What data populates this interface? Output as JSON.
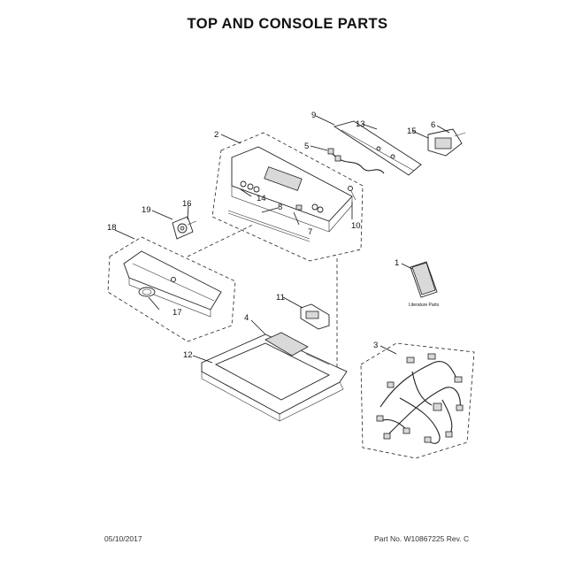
{
  "title": "TOP AND CONSOLE PARTS",
  "footer": {
    "date": "05/10/2017",
    "part_number": "Part No. W10867225  Rev. C"
  },
  "literature_label": "Literature Parts",
  "callouts": [
    "1",
    "2",
    "3",
    "4",
    "5",
    "6",
    "7",
    "8",
    "9",
    "10",
    "11",
    "12",
    "13",
    "14",
    "15",
    "16",
    "17",
    "18",
    "19"
  ]
}
